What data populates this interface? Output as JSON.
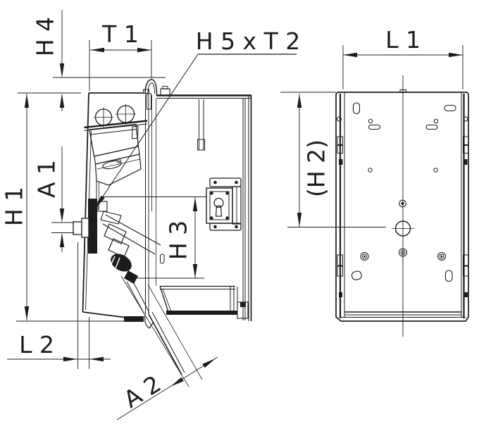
{
  "drawing": {
    "title": "technical-dimension-drawing",
    "background_color": "#ffffff",
    "line_color": "#1c1c1c",
    "views": {
      "left": "side-view",
      "right": "rear-view"
    },
    "labels": {
      "h4": "H 4",
      "t1": "T 1",
      "h5xt2": "H 5 x T 2",
      "l1": "L 1",
      "h1": "H 1",
      "a1": "A 1",
      "h2": "(H 2)",
      "h3": "H 3",
      "l2": "L 2",
      "a2": "A 2"
    }
  }
}
